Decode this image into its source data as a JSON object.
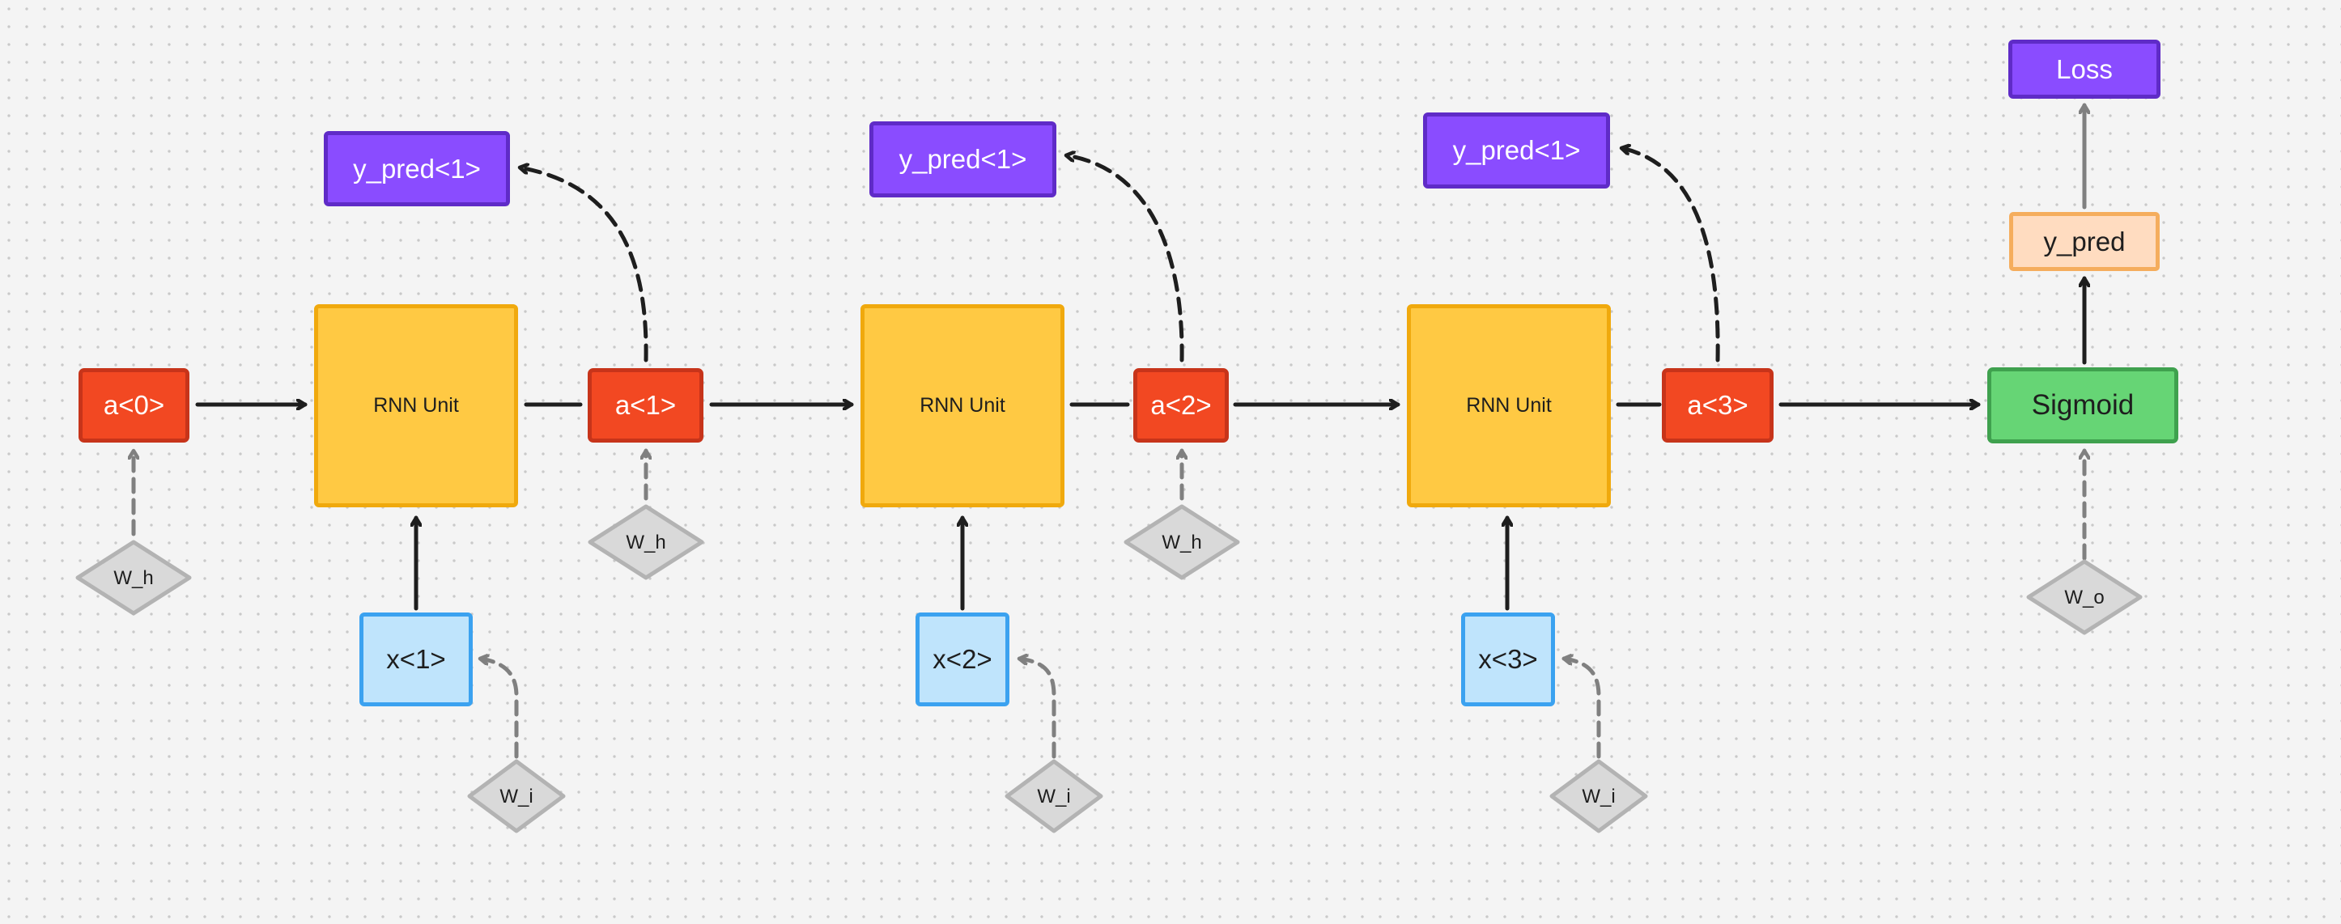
{
  "activations": {
    "a0": "a<0>",
    "a1": "a<1>",
    "a2": "a<2>",
    "a3": "a<3>"
  },
  "rnn_units": {
    "u1": "RNN Unit",
    "u2": "RNN Unit",
    "u3": "RNN Unit"
  },
  "inputs": {
    "x1": "x<1>",
    "x2": "x<2>",
    "x3": "x<3>"
  },
  "predictions": {
    "p1": "y_pred<1>",
    "p2": "y_pred<1>",
    "p3": "y_pred<1>"
  },
  "weights": {
    "wh0": "W_h",
    "wh1": "W_h",
    "wh2": "W_h",
    "wi1": "W_i",
    "wi2": "W_i",
    "wi3": "W_i",
    "wo": "W_o"
  },
  "output": {
    "sigmoid": "Sigmoid",
    "y_pred": "y_pred",
    "loss": "Loss"
  },
  "colors": {
    "activation": "#f24822",
    "rnn_unit": "#ffc943",
    "input": "#bfe4fc",
    "prediction": "#8a4cff",
    "sigmoid": "#66d575",
    "y_pred": "#ffdcc0",
    "weight": "#d9d9d9",
    "solid_arrow": "#1e1e1e",
    "dashed_arrow_grey": "#808080"
  }
}
